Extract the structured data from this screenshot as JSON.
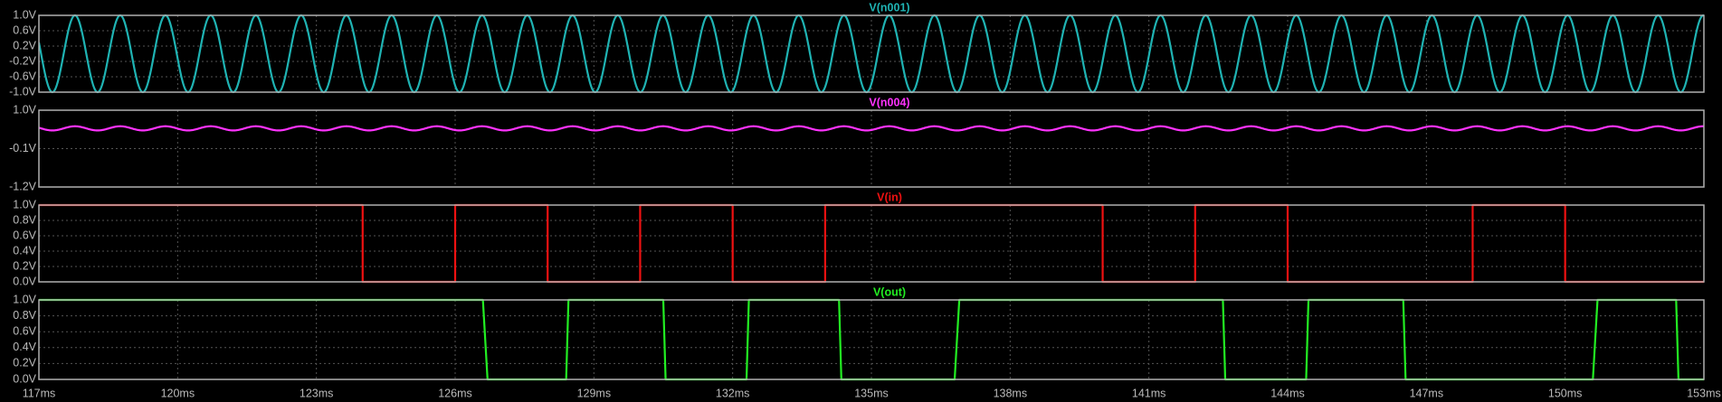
{
  "chart_data": {
    "type": "line",
    "xlabel": "",
    "xlim": [
      117,
      153
    ],
    "x_unit": "ms",
    "x_ticks": [
      {
        "value": 117,
        "label": "117ms"
      },
      {
        "value": 120,
        "label": "120ms"
      },
      {
        "value": 123,
        "label": "123ms"
      },
      {
        "value": 126,
        "label": "126ms"
      },
      {
        "value": 129,
        "label": "129ms"
      },
      {
        "value": 132,
        "label": "132ms"
      },
      {
        "value": 135,
        "label": "135ms"
      },
      {
        "value": 138,
        "label": "138ms"
      },
      {
        "value": 141,
        "label": "141ms"
      },
      {
        "value": 144,
        "label": "144ms"
      },
      {
        "value": 147,
        "label": "147ms"
      },
      {
        "value": 150,
        "label": "150ms"
      },
      {
        "value": 153,
        "label": "153ms"
      }
    ],
    "grid": true,
    "background": "#000000",
    "panels": [
      {
        "id": "n001",
        "title": "V(n001)",
        "color": "#1fb3b3",
        "ylim": [
          -1.0,
          1.0
        ],
        "y_ticks": [
          {
            "value": 1.0,
            "label": "1.0V"
          },
          {
            "value": 0.6,
            "label": "0.6V"
          },
          {
            "value": 0.2,
            "label": "0.2V"
          },
          {
            "value": -0.2,
            "label": "-0.2V"
          },
          {
            "value": -0.6,
            "label": "-0.6V"
          },
          {
            "value": -1.0,
            "label": "-1.0V"
          }
        ],
        "signal": {
          "kind": "sine",
          "amplitude": 1.0,
          "offset": 0.0,
          "period_ms": 0.978,
          "first_peak_ms": 117.78
        }
      },
      {
        "id": "n004",
        "title": "V(n004)",
        "color": "#ff33ff",
        "ylim": [
          -1.2,
          1.0
        ],
        "y_ticks": [
          {
            "value": 1.0,
            "label": "1.0V"
          },
          {
            "value": -0.1,
            "label": "-0.1V"
          },
          {
            "value": -1.2,
            "label": "-1.2V"
          }
        ],
        "signal": {
          "kind": "sine",
          "amplitude": 0.06,
          "offset": 0.48,
          "period_ms": 0.978,
          "first_peak_ms": 117.78
        }
      },
      {
        "id": "in",
        "title": "V(in)",
        "color": "#ee1111",
        "ylim": [
          0.0,
          1.0
        ],
        "y_ticks": [
          {
            "value": 1.0,
            "label": "1.0V"
          },
          {
            "value": 0.8,
            "label": "0.8V"
          },
          {
            "value": 0.6,
            "label": "0.6V"
          },
          {
            "value": 0.4,
            "label": "0.4V"
          },
          {
            "value": 0.2,
            "label": "0.2V"
          },
          {
            "value": 0.0,
            "label": "0.0V"
          }
        ],
        "signal": {
          "kind": "step",
          "x": [
            117.0,
            124.0,
            124.0,
            126.0,
            126.0,
            128.0,
            128.0,
            130.0,
            130.0,
            132.0,
            132.0,
            134.0,
            134.0,
            140.0,
            140.0,
            142.0,
            142.0,
            144.0,
            144.0,
            148.0,
            148.0,
            150.0,
            150.0,
            153.0
          ],
          "y": [
            1,
            1,
            0,
            0,
            1,
            1,
            0,
            0,
            1,
            1,
            0,
            0,
            1,
            1,
            0,
            0,
            1,
            1,
            0,
            0,
            1,
            1,
            0,
            0
          ]
        }
      },
      {
        "id": "out",
        "title": "V(out)",
        "color": "#22ee22",
        "ylim": [
          0.0,
          1.0
        ],
        "y_ticks": [
          {
            "value": 1.0,
            "label": "1.0V"
          },
          {
            "value": 0.8,
            "label": "0.8V"
          },
          {
            "value": 0.6,
            "label": "0.6V"
          },
          {
            "value": 0.4,
            "label": "0.4V"
          },
          {
            "value": 0.2,
            "label": "0.2V"
          },
          {
            "value": 0.0,
            "label": "0.0V"
          }
        ],
        "signal": {
          "kind": "step",
          "x": [
            117.0,
            126.6,
            126.7,
            128.4,
            128.45,
            130.5,
            130.55,
            132.3,
            132.35,
            134.3,
            134.35,
            136.8,
            136.9,
            142.6,
            142.65,
            144.4,
            144.45,
            146.5,
            146.55,
            150.6,
            150.7,
            152.4,
            152.45,
            153.0
          ],
          "y": [
            1,
            1,
            0,
            0,
            1,
            1,
            0,
            0,
            1,
            1,
            0,
            0,
            1,
            1,
            0,
            0,
            1,
            1,
            0,
            0,
            1,
            1,
            0,
            0
          ]
        }
      }
    ]
  }
}
